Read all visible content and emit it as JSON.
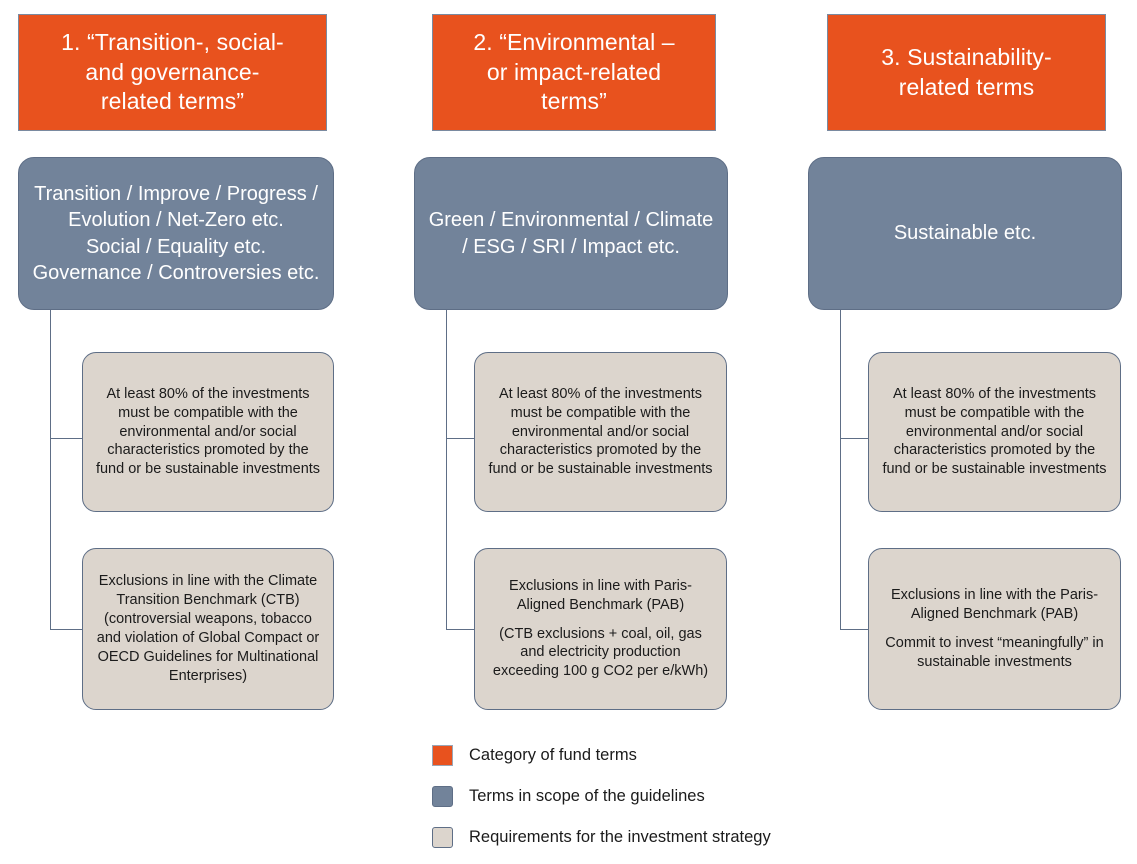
{
  "diagram": {
    "type": "flowchart",
    "columns": [
      {
        "id": "column-1",
        "category": {
          "label": "1. “Transition-, social-\nand governance-\nrelated terms”",
          "color": "#E8521E"
        },
        "scope": {
          "label": "Transition / Improve / Progress / Evolution / Net-Zero etc.\nSocial / Equality etc.\nGovernance / Controversies etc.",
          "color": "#72839A"
        },
        "requirements": [
          {
            "id": "req-1a",
            "paragraphs": [
              "At least 80% of the investments must be compatible with the environmental and/or social characteristics promoted by the fund or be sustainable investments"
            ],
            "color": "#DCD5CD"
          },
          {
            "id": "req-1b",
            "paragraphs": [
              "Exclusions in line with the Climate Transition Benchmark (CTB) (controversial weapons, tobacco and violation of Global Compact or OECD Guidelines for Multinational Enterprises)"
            ],
            "color": "#DCD5CD"
          }
        ]
      },
      {
        "id": "column-2",
        "category": {
          "label": "2. “Environmental –\nor impact-related\nterms”",
          "color": "#E8521E"
        },
        "scope": {
          "label": "Green / Environmental / Climate / ESG / SRI / Impact etc.",
          "color": "#72839A"
        },
        "requirements": [
          {
            "id": "req-2a",
            "paragraphs": [
              "At least 80% of the investments must be compatible with the environmental and/or social characteristics promoted by the fund or be sustainable investments"
            ],
            "color": "#DCD5CD"
          },
          {
            "id": "req-2b",
            "paragraphs": [
              "Exclusions in line with Paris-Aligned Benchmark (PAB)",
              "(CTB exclusions + coal, oil, gas and electricity production exceeding 100 g CO2 per e/kWh)"
            ],
            "color": "#DCD5CD"
          }
        ]
      },
      {
        "id": "column-3",
        "category": {
          "label": "3. Sustainability-\nrelated terms",
          "color": "#E8521E"
        },
        "scope": {
          "label": "Sustainable etc.",
          "color": "#72839A"
        },
        "requirements": [
          {
            "id": "req-3a",
            "paragraphs": [
              "At least 80% of the investments must be compatible with the environmental and/or social characteristics promoted by the fund or be sustainable investments"
            ],
            "color": "#DCD5CD"
          },
          {
            "id": "req-3b",
            "paragraphs": [
              "Exclusions in line with the Paris-Aligned Benchmark (PAB)",
              "Commit to invest “meaningfully” in sustainable investments"
            ],
            "color": "#DCD5CD"
          }
        ]
      }
    ]
  },
  "legend": {
    "items": [
      {
        "label": "Category of fund terms",
        "color": "#E8521E"
      },
      {
        "label": "Terms in scope of the guidelines",
        "color": "#72839A"
      },
      {
        "label": "Requirements for the investment strategy",
        "color": "#DCD5CD"
      }
    ]
  }
}
